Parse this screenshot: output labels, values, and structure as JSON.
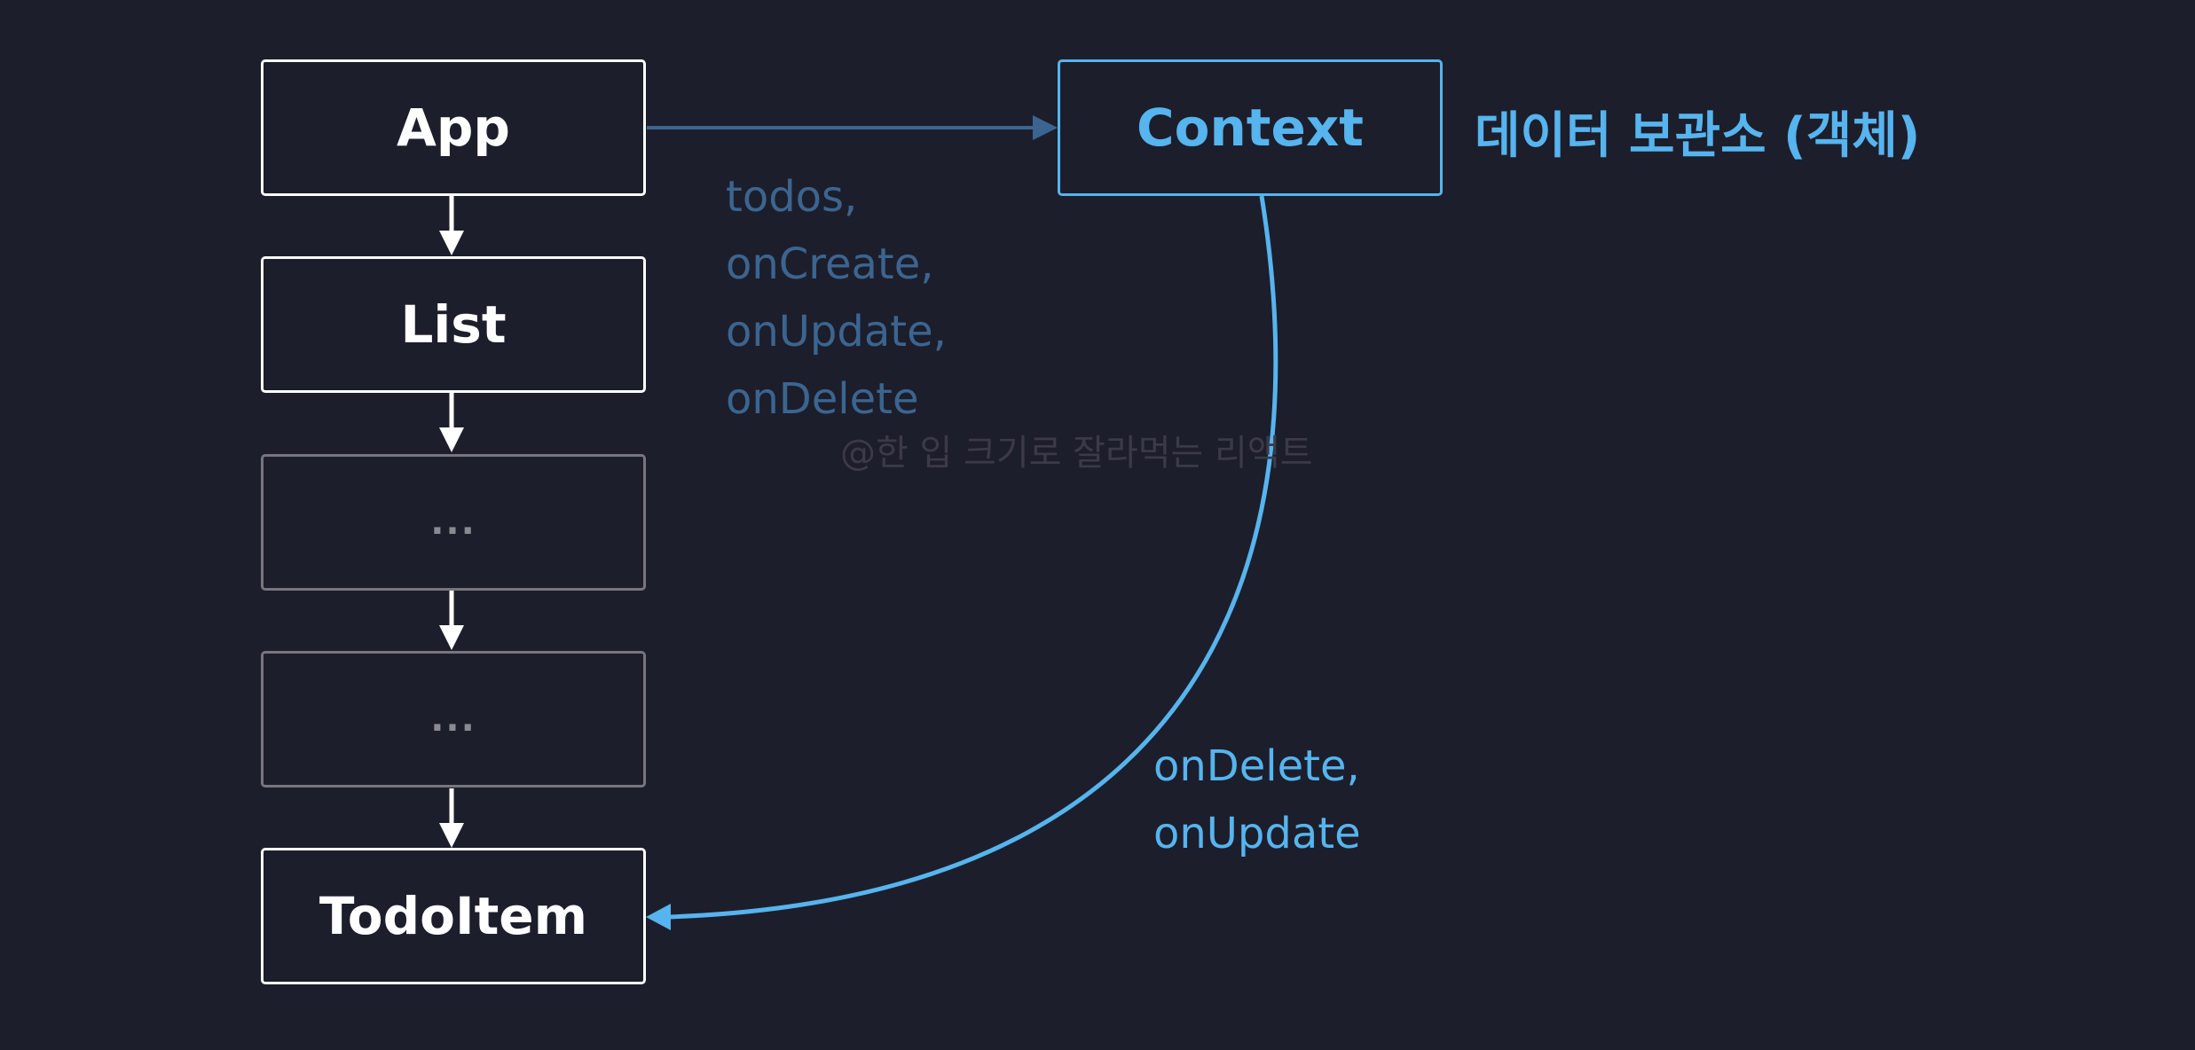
{
  "nodes": {
    "app": "App",
    "list": "List",
    "ellipsis_1": "...",
    "ellipsis_2": "...",
    "todoitem": "TodoItem",
    "context": "Context"
  },
  "context_description": "데이터 보관소 (객체)",
  "app_to_context_values": [
    "todos,",
    "onCreate,",
    "onUpdate,",
    "onDelete"
  ],
  "context_to_todoitem_values": [
    "onDelete,",
    "onUpdate"
  ],
  "watermark": "@한 입 크기로 잘라먹는 리액트",
  "colors": {
    "background": "#1d1e2b",
    "node_border": "#ffffff",
    "placeholder_border": "#76767f",
    "context_accent": "#56b4ee",
    "dim_arrow": "#3b6590"
  }
}
